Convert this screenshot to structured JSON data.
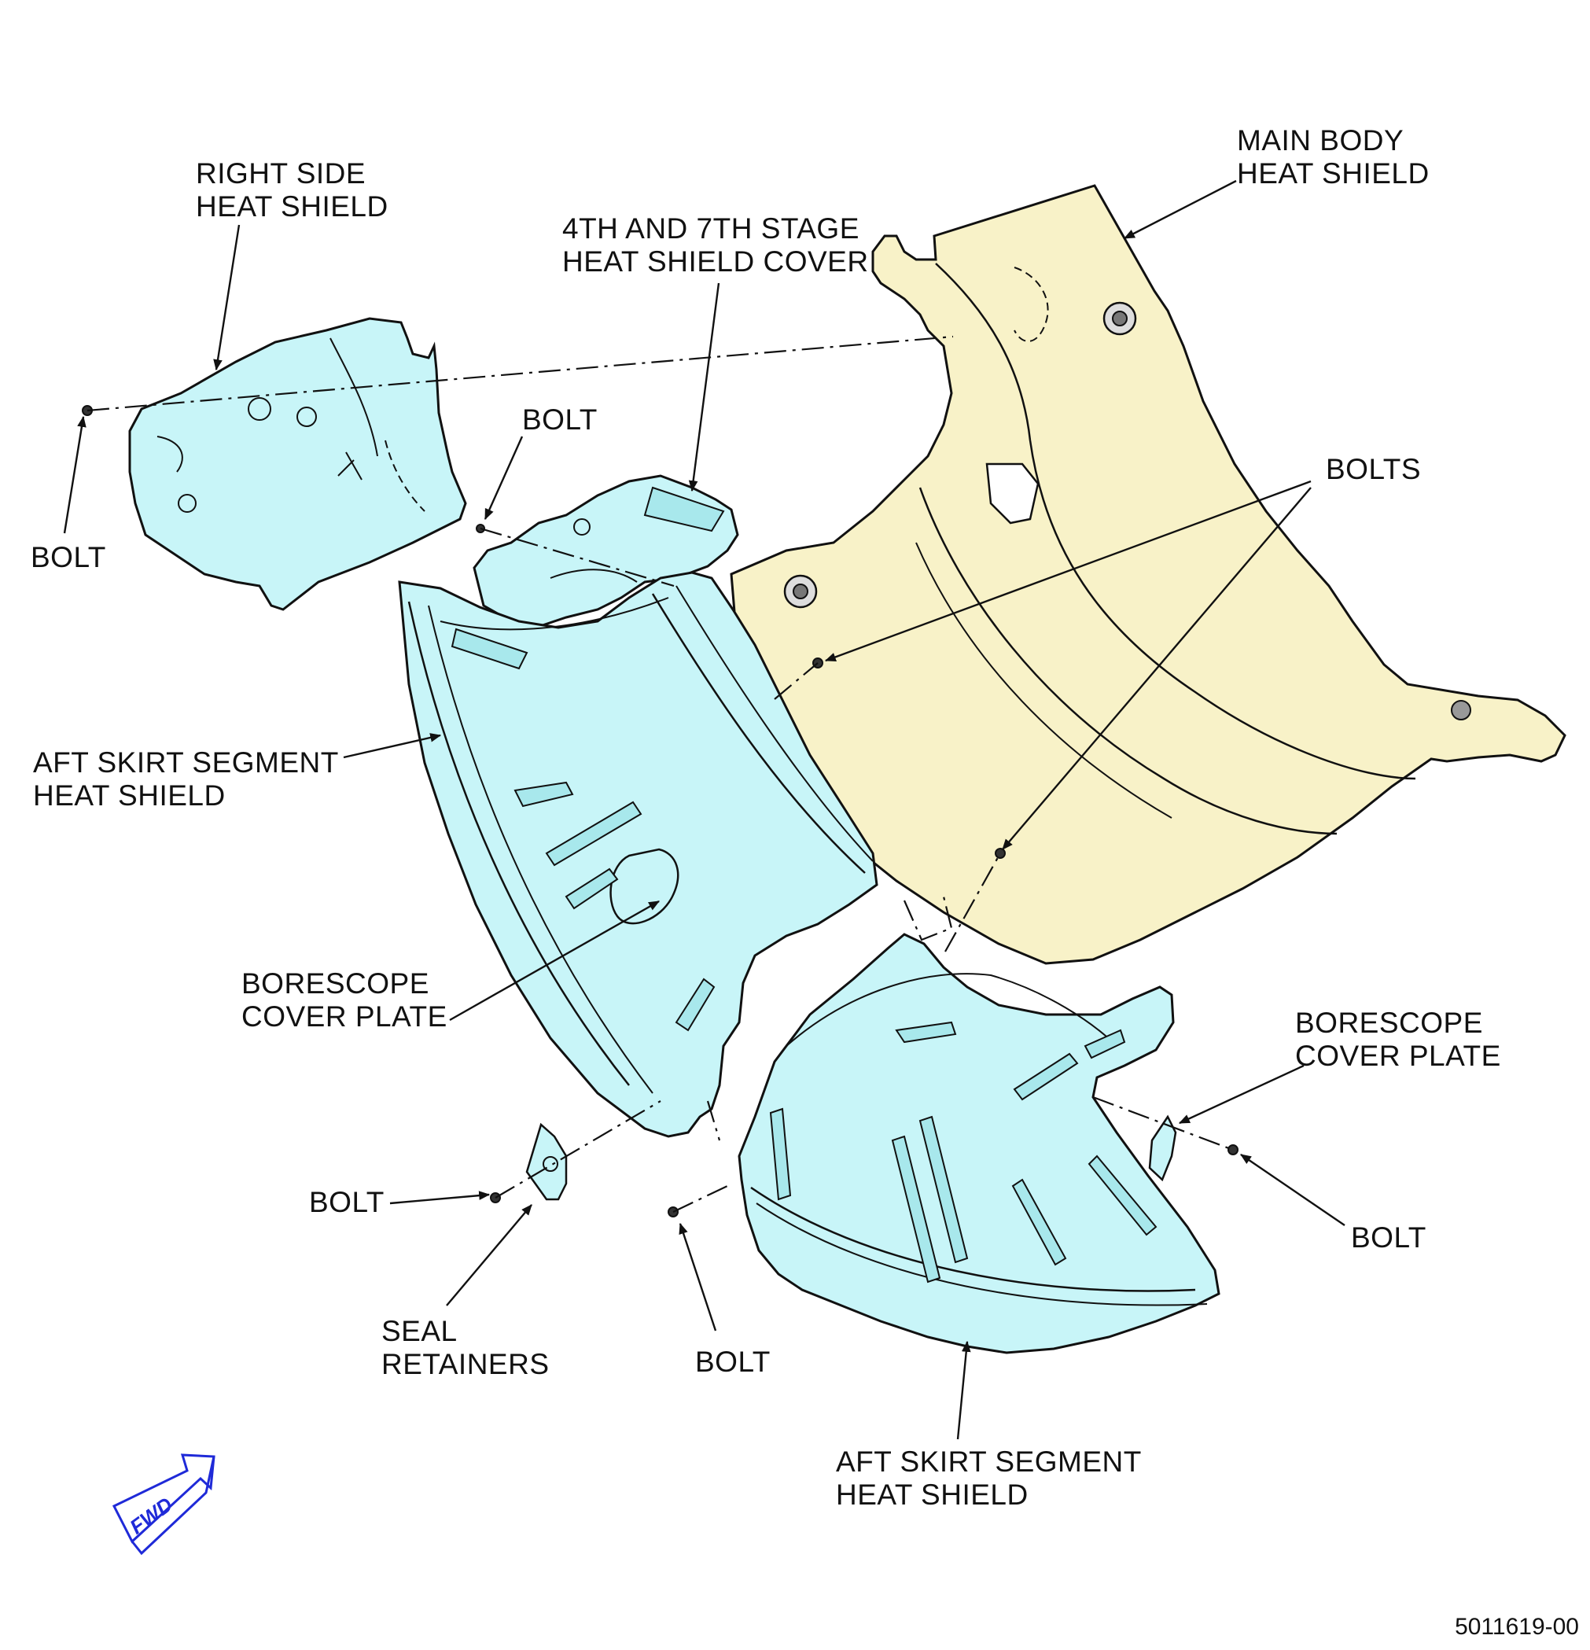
{
  "colors": {
    "cyan_part": "#c8f5f8",
    "yellow_part": "#f8f2c8",
    "outline": "#111111",
    "fwd_blue": "#1f2ad8"
  },
  "labels": {
    "right_side_heat_shield": [
      "RIGHT SIDE",
      "HEAT SHIELD"
    ],
    "stage_cover": [
      "4TH AND 7TH STAGE",
      "HEAT SHIELD COVER"
    ],
    "main_body": [
      "MAIN BODY",
      "HEAT SHIELD"
    ],
    "bolt_top": "BOLT",
    "bolt_left": "BOLT",
    "bolts": "BOLTS",
    "aft_skirt_left": [
      "AFT SKIRT SEGMENT",
      "HEAT SHIELD"
    ],
    "borescope_left": [
      "BORESCOPE",
      "COVER PLATE"
    ],
    "borescope_right": [
      "BORESCOPE",
      "COVER PLATE"
    ],
    "bolt_right": "BOLT",
    "bolt_lower_left": "BOLT",
    "seal_retainers": [
      "SEAL",
      "RETAINERS"
    ],
    "bolt_bottom": "BOLT",
    "aft_skirt_bottom": [
      "AFT SKIRT SEGMENT",
      "HEAT SHIELD"
    ]
  },
  "fwd_indicator": "FWD",
  "document_number": "5011619-00",
  "icons": {
    "direction": "fwd-arrow-icon"
  }
}
